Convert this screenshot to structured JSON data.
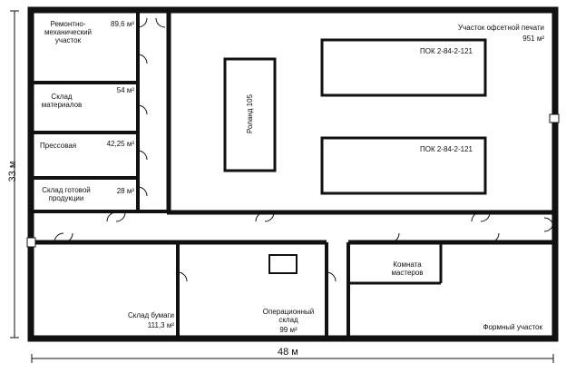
{
  "dimensions": {
    "height": "33 м",
    "width": "48 м"
  },
  "rooms": {
    "repair": {
      "name": "Ремонтно-механический участок",
      "line1": "Ремонтно-",
      "line2": "механический",
      "line3": "участок",
      "area": "89,6 м²"
    },
    "materials": {
      "line1": "Склад",
      "line2": "материалов",
      "area": "54 м²"
    },
    "press": {
      "name": "Прессовая",
      "area": "42,25 м²"
    },
    "finished": {
      "line1": "Склад готовой",
      "line2": "продукции",
      "area": "28 м²"
    },
    "offset": {
      "name": "Участок офсетной печати",
      "area": "951 м²"
    },
    "machine1": {
      "name": "ПОК 2-84-2-121"
    },
    "machine2": {
      "name": "ПОК 2-84-2-121"
    },
    "rolanda": {
      "name": "Роланд 105"
    },
    "paper": {
      "name": "Склад бумаги",
      "area": "111,3 м²"
    },
    "operational": {
      "line1": "Операционный",
      "line2": "склад",
      "area": "99 м²"
    },
    "masters": {
      "line1": "Комната",
      "line2": "мастеров"
    },
    "forms": {
      "name": "Формный участок"
    }
  }
}
